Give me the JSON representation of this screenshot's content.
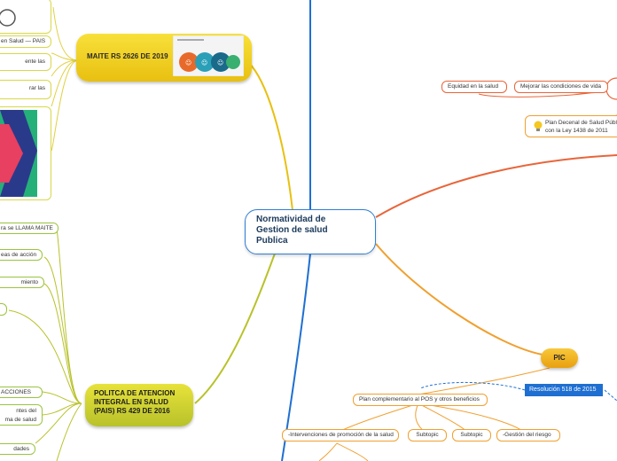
{
  "central": {
    "line1": "Normatividad de",
    "line2": "Gestion de salud",
    "line3": "Publica"
  },
  "maite": {
    "label": "MAITE RS 2626 DE 2019",
    "leaves": [
      "en Salud — PAIS",
      "ente las",
      "rar las"
    ]
  },
  "pais": {
    "line1": "POLITCA DE ATENCION",
    "line2": "INTEGRAL EN SALUD",
    "line3": "(PAIS) RS 429 DE 2016",
    "leaves": [
      "ra se LLAMA MAITE",
      "eas de acción",
      "miento",
      "ACCIONES",
      "ntes del",
      "ma de salud",
      "dades"
    ]
  },
  "right_top": {
    "leaf1": "Equidad en la salud",
    "leaf2": "Mejorar las condiciones de vida",
    "plan_line1": "Plan Decenal de Salud Públic",
    "plan_line2": "con la Ley 1438 de 2011"
  },
  "pic": {
    "label": "PIC",
    "resolution": "Resolución 518 de 2015",
    "plan": "Plan complementario  al POS  y otros beneficios",
    "subtopics": [
      "-Intervenciones de promoción de la salud",
      "Subtopic",
      "Subtopic",
      "-Gestión del riesgo"
    ]
  },
  "colors": {
    "central_border": "#2f7fd4",
    "branch_yellow": "#e8c010",
    "branch_green": "#b8c22a",
    "branch_orange": "#f0a030",
    "branch_red": "#e8653a",
    "branch_blue": "#1e6fd1"
  }
}
